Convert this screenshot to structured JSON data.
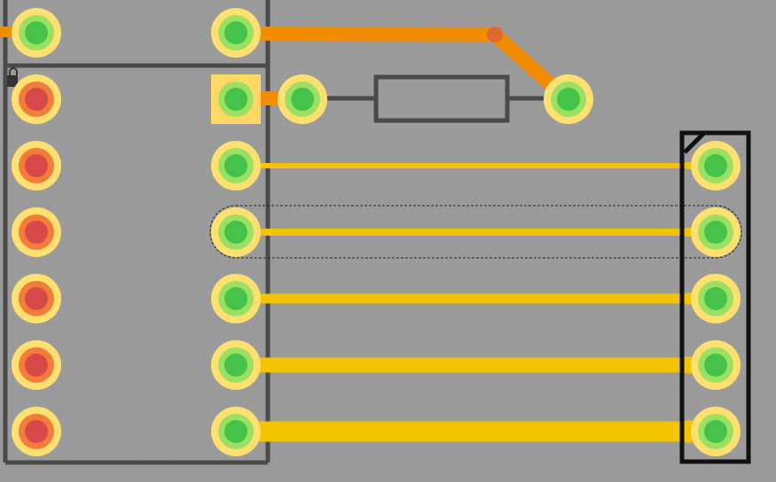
{
  "view": {
    "background": "#9a9a9a",
    "grid_color": "#a3a3a3",
    "silkscreen_color": "#4a4a4a",
    "connector_outline_color": "#111111"
  },
  "colors": {
    "pad_outer": "#ffe070",
    "pad_inner_green": "#9be060",
    "pad_center_green": "#44c24a",
    "pad_inner_red": "#f27c3a",
    "pad_center_red": "#d84848",
    "square_pad": "#ffd866",
    "trace_orange": "#f28c00",
    "via": "#e0682c",
    "trace_yellow": "#f2c400",
    "selection": "#222222"
  },
  "icons": {
    "lock": "padlock-icon"
  },
  "components": {
    "ic_chip": {
      "pin_rows": 7,
      "left_pin_state": "inactive-red",
      "right_pin_state": "active-green"
    },
    "resistor": {
      "pins": 2
    },
    "header_connector": {
      "pins": 5
    }
  },
  "nets": {
    "orange_net": {
      "selected": false
    },
    "yellow_nets": {
      "count": 5,
      "selected_index": 1
    }
  }
}
